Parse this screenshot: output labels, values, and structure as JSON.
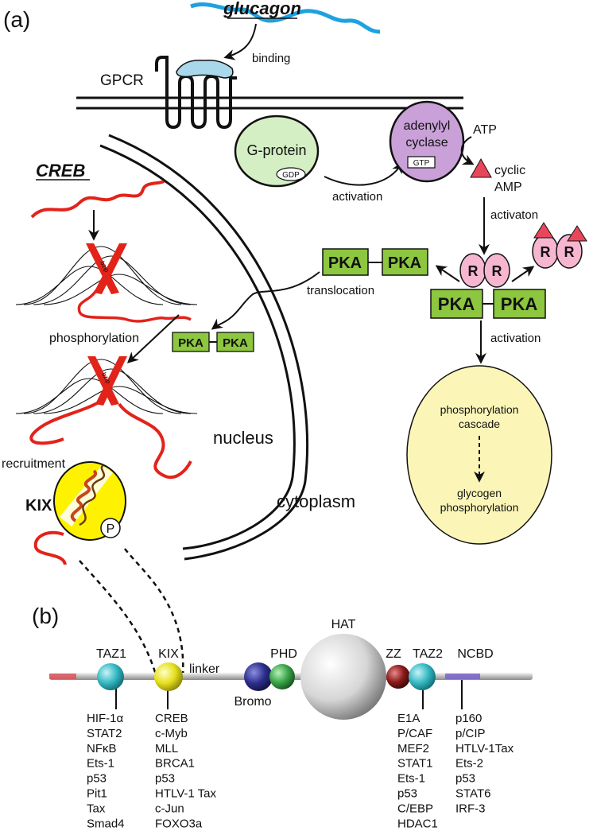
{
  "panel_a": {
    "panel_label": "(a)",
    "glucagon": "glucagon",
    "binding": "binding",
    "gpcr": "GPCR",
    "g_protein": "G-protein",
    "gdp": "GDP",
    "activation_1": "activation",
    "adenylyl_cyclase_line1": "adenylyl",
    "adenylyl_cyclase_line2": "cyclase",
    "gtp": "GTP",
    "atp": "ATP",
    "camp_line1": "cyclic",
    "camp_line2": "AMP",
    "activaton": "activaton",
    "creb": "CREB",
    "bzip": "bzip",
    "pka": "PKA",
    "r": "R",
    "translocation": "translocation",
    "phosphorylation": "phosphorylation",
    "activation_2": "activation",
    "cascade_line1": "phosphorylation",
    "cascade_line2": "cascade",
    "glycogen_line1": "glycogen",
    "glycogen_line2": "phosphorylation",
    "nucleus": "nucleus",
    "cytoplasm": "cytoplasm",
    "recruitment": "recruitment",
    "kix": "KIX",
    "p": "P"
  },
  "panel_b": {
    "panel_label": "(b)",
    "domains": {
      "taz1": "TAZ1",
      "kix": "KIX",
      "linker": "linker",
      "bromo": "Bromo",
      "phd": "PHD",
      "hat": "HAT",
      "zz": "ZZ",
      "taz2": "TAZ2",
      "ncbd": "NCBD"
    },
    "binders": {
      "taz1": [
        "HIF-1α",
        "STAT2",
        "NFκB",
        "Ets-1",
        "p53",
        "Pit1",
        "Tax",
        "Smad4"
      ],
      "kix": [
        "CREB",
        "c-Myb",
        "MLL",
        "BRCA1",
        "p53",
        "HTLV-1 Tax",
        "c-Jun",
        "FOXO3a"
      ],
      "taz2": [
        "E1A",
        "P/CAF",
        "MEF2",
        "STAT1",
        "Ets-1",
        "p53",
        "C/EBP",
        "HDAC1"
      ],
      "ncbd": [
        "p160",
        "p/CIP",
        "HTLV-1Tax",
        "Ets-2",
        "p53",
        "STAT6",
        "IRF-3"
      ]
    }
  },
  "colors": {
    "pka_fill": "#8dc63f",
    "r_fill": "#f7b6cf",
    "camp_fill": "#e8465a",
    "creb_red": "#e2231a",
    "g_protein_fill": "#d4efc4",
    "adenylyl_fill": "#c9a0d8",
    "glucagon_blue": "#1ea1e0",
    "receptor_pocket": "#a8d8ea",
    "cascade_fill": "#fbf6b8",
    "kix_yellow": "#fff200",
    "taz_cyan": "#35b9c4",
    "bromo_blue": "#2b2e8c",
    "phd_green": "#3aa54a",
    "zz_red": "#8b1a1a"
  }
}
